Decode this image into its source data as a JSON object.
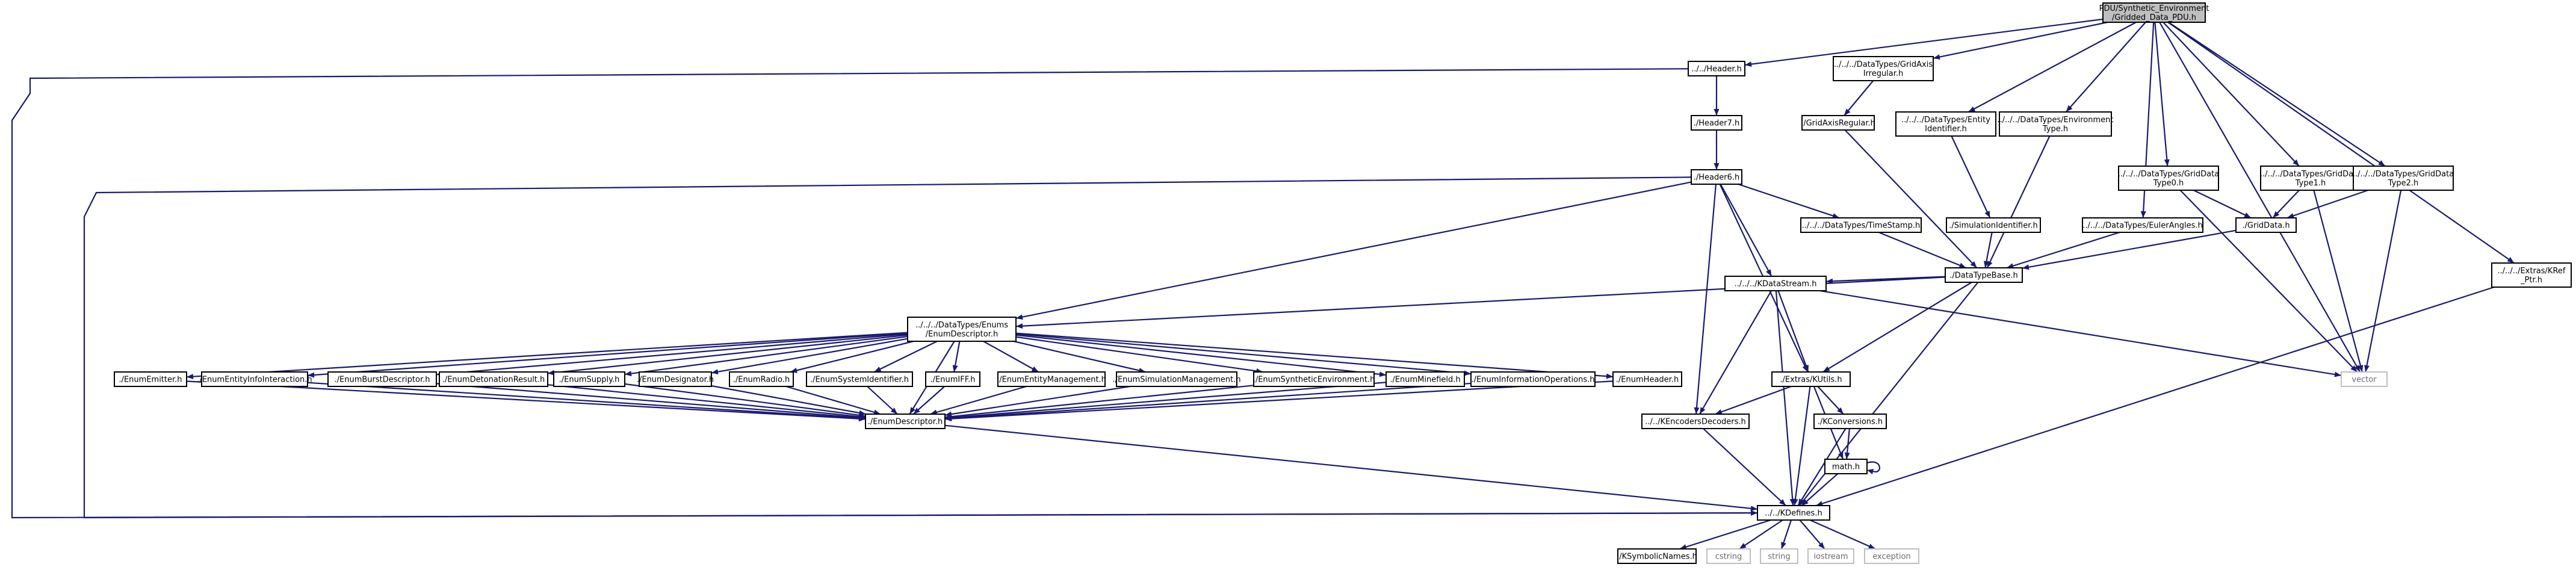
{
  "diagram": {
    "nodes": [
      {
        "id": "root",
        "lines": [
          "PDU/Synthetic_Environment",
          "/Gridded_Data_PDU.h"
        ],
        "root": true
      },
      {
        "id": "header",
        "lines": [
          "../../Header.h"
        ]
      },
      {
        "id": "gridaxis_irr",
        "lines": [
          "../../../DataTypes/GridAxis",
          "Irregular.h"
        ]
      },
      {
        "id": "header7",
        "lines": [
          "./Header7.h"
        ]
      },
      {
        "id": "gridaxis_reg",
        "lines": [
          "./GridAxisRegular.h"
        ]
      },
      {
        "id": "entity_id",
        "lines": [
          "../../../DataTypes/Entity",
          "Identifier.h"
        ]
      },
      {
        "id": "env_type",
        "lines": [
          "../../../DataTypes/Environment",
          "Type.h"
        ]
      },
      {
        "id": "grid_t0",
        "lines": [
          "../../../DataTypes/GridData",
          "Type0.h"
        ]
      },
      {
        "id": "grid_t1",
        "lines": [
          "../../../DataTypes/GridData",
          "Type1.h"
        ]
      },
      {
        "id": "grid_t2",
        "lines": [
          "../../../DataTypes/GridData",
          "Type2.h"
        ]
      },
      {
        "id": "kref",
        "lines": [
          "../../../Extras/KRef",
          "_Ptr.h"
        ]
      },
      {
        "id": "header6",
        "lines": [
          "./Header6.h"
        ]
      },
      {
        "id": "timestamp",
        "lines": [
          "../../../DataTypes/TimeStamp.h"
        ]
      },
      {
        "id": "sim_id",
        "lines": [
          "./SimulationIdentifier.h"
        ]
      },
      {
        "id": "euler",
        "lines": [
          "../../../DataTypes/EulerAngles.h"
        ]
      },
      {
        "id": "griddata",
        "lines": [
          "./GridData.h"
        ]
      },
      {
        "id": "datatypebase",
        "lines": [
          "./DataTypeBase.h"
        ]
      },
      {
        "id": "dis_enums",
        "lines": [
          "../../../DataTypes/Enums",
          "/EnumDescriptor.h"
        ]
      },
      {
        "id": "kdatastream",
        "lines": [
          "../../../KDataStream.h"
        ]
      },
      {
        "id": "kutils",
        "lines": [
          "./Extras/KUtils.h"
        ]
      },
      {
        "id": "vector",
        "lines": [
          "vector"
        ],
        "ext": true
      },
      {
        "id": "e_emitter",
        "lines": [
          "./EnumEmitter.h"
        ]
      },
      {
        "id": "e_entityinfo",
        "lines": [
          "./EnumEntityInfoInteraction.h"
        ]
      },
      {
        "id": "e_burst",
        "lines": [
          "./EnumBurstDescriptor.h"
        ]
      },
      {
        "id": "e_detonation",
        "lines": [
          "./EnumDetonationResult.h"
        ]
      },
      {
        "id": "e_supply",
        "lines": [
          "./EnumSupply.h"
        ]
      },
      {
        "id": "e_designator",
        "lines": [
          "./EnumDesignator.h"
        ]
      },
      {
        "id": "e_radio",
        "lines": [
          "./EnumRadio.h"
        ]
      },
      {
        "id": "e_sysid",
        "lines": [
          "./EnumSystemIdentifier.h"
        ]
      },
      {
        "id": "e_iff",
        "lines": [
          "./EnumIFF.h"
        ]
      },
      {
        "id": "e_entitymgmt",
        "lines": [
          "./EnumEntityManagement.h"
        ]
      },
      {
        "id": "e_simmgmt",
        "lines": [
          "./EnumSimulationManagement.h"
        ]
      },
      {
        "id": "e_synthenv",
        "lines": [
          "./EnumSyntheticEnvironment.h"
        ]
      },
      {
        "id": "e_minefield",
        "lines": [
          "./EnumMinefield.h"
        ]
      },
      {
        "id": "e_infoops",
        "lines": [
          "./EnumInformationOperations.h"
        ]
      },
      {
        "id": "e_header",
        "lines": [
          "./EnumHeader.h"
        ]
      },
      {
        "id": "enumdescriptor",
        "lines": [
          "./EnumDescriptor.h"
        ]
      },
      {
        "id": "kencoders",
        "lines": [
          "../../KEncodersDecoders.h"
        ]
      },
      {
        "id": "kconversions",
        "lines": [
          "./KConversions.h"
        ]
      },
      {
        "id": "math",
        "lines": [
          "math.h"
        ]
      },
      {
        "id": "kdefines",
        "lines": [
          "../../KDefines.h"
        ]
      },
      {
        "id": "ksymbolic",
        "lines": [
          "./KSymbolicNames.h"
        ]
      },
      {
        "id": "cstring",
        "lines": [
          "cstring"
        ],
        "ext": true
      },
      {
        "id": "string",
        "lines": [
          "string"
        ],
        "ext": true
      },
      {
        "id": "iostream",
        "lines": [
          "iostream"
        ],
        "ext": true
      },
      {
        "id": "exception",
        "lines": [
          "exception"
        ],
        "ext": true
      }
    ]
  }
}
